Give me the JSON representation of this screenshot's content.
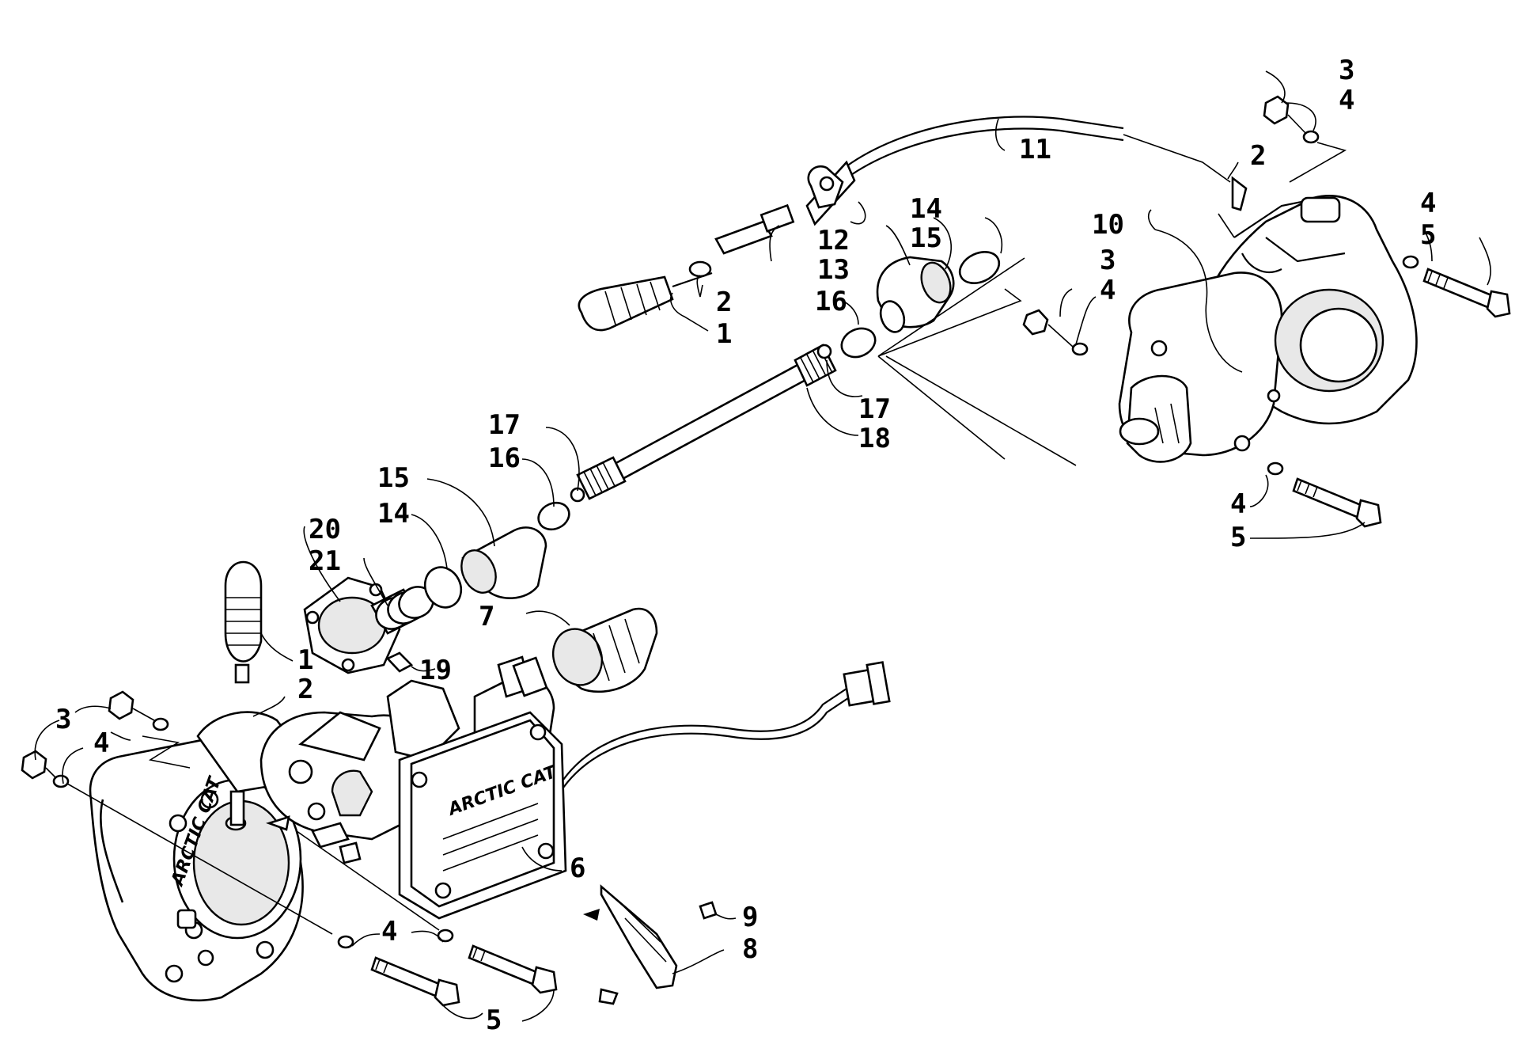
{
  "labels": {
    "l1a": "1",
    "l2a": "2",
    "l13": "13",
    "l12": "12",
    "l11": "11",
    "l3a": "3",
    "l4a": "4",
    "l2b": "2",
    "l10": "10",
    "l4b": "4",
    "l5a": "5",
    "l14a": "14",
    "l15a": "15",
    "l16a": "16",
    "l3b": "3",
    "l4c": "4",
    "l17a": "17",
    "l18": "18",
    "l17b": "17",
    "l16b": "16",
    "l15b": "15",
    "l14b": "14",
    "l20": "20",
    "l21": "21",
    "l4d": "4",
    "l5b": "5",
    "l7": "7",
    "l1b": "1",
    "l19": "19",
    "l2c": "2",
    "l3c": "3",
    "l4e": "4",
    "l6": "6",
    "l9": "9",
    "l8": "8",
    "l4f": "4",
    "l5c": "5"
  },
  "stamps": {
    "cover_brand": "ARCTIC CAT",
    "housing_brand": "ARCTIC CAT"
  }
}
